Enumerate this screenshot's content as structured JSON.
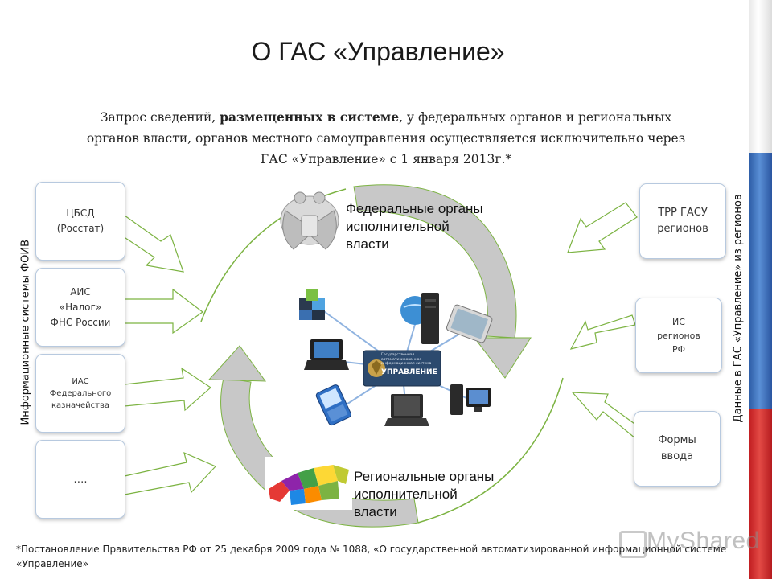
{
  "slide": {
    "title": "О ГАС «Управление»",
    "intro_part1": "Запрос сведений, ",
    "intro_bold": "размещенных в системе",
    "intro_part2": ", у федеральных органов и региональных органов власти, органов местного самоуправления осуществляется исключительно через ГАС «Управление» с 1 января 2013г.*",
    "footnote": "*Постановление Правительства РФ от 25 декабря 2009 года № 1088, «О государственной автоматизированной информационной системе «Управление»",
    "watermark": "MyShared"
  },
  "left_group": {
    "label": "Информационные системы ФОИВ",
    "boxes": [
      {
        "label": "ЦБСД\n(Росстат)"
      },
      {
        "label": "АИС\n«Налог»\nФНС России"
      },
      {
        "label": "ИАС\nФедерального\nказначейства"
      },
      {
        "label": "…."
      }
    ]
  },
  "right_group": {
    "label": "Данные в ГАС «Управление» из регионов",
    "boxes": [
      {
        "label": "ТРР ГАСУ\nрегионов"
      },
      {
        "label": "ИС\nрегионов\nРФ"
      },
      {
        "label": "Формы\nввода"
      }
    ]
  },
  "center": {
    "federal_caption": "Федеральные органы\nисполнительной\nвласти",
    "regional_caption": "Региональные органы\nисполнительной\nвласти",
    "hub_line1": "Государственная",
    "hub_line2": "автоматизированная",
    "hub_line3": "информационная система",
    "hub_title": "УПРАВЛЕНИЕ"
  },
  "colors": {
    "arrow_fill": "#ffffff",
    "arrow_stroke": "#7cb342",
    "cycle_fill": "#c8c8c8",
    "hub_bg": "#2c4a6e",
    "link_line": "#8fb3e0"
  }
}
